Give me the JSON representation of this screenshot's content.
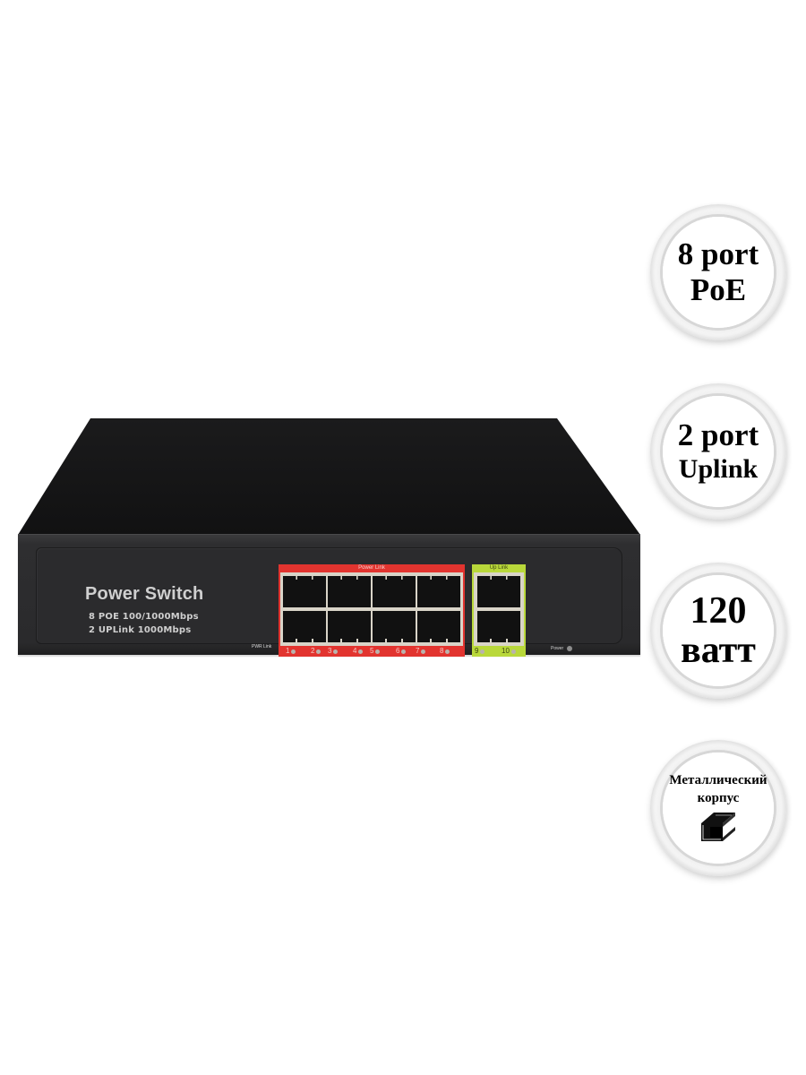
{
  "product": {
    "title": "Power Switch",
    "spec_lines": [
      "8 POE 100/1000Mbps",
      "2 UPLink 1000Mbps"
    ],
    "pwr_link_label": "PWR Link",
    "poe_group": {
      "label": "Power Link",
      "color": "#e2342f",
      "ports": [
        "1",
        "2",
        "3",
        "4",
        "5",
        "6",
        "7",
        "8"
      ]
    },
    "uplink_group": {
      "label": "Up Link",
      "color": "#b9d83a",
      "ports": [
        "9",
        "10"
      ]
    },
    "power_indicator_label": "Power",
    "body_color": "#2b2b2d"
  },
  "badges": [
    {
      "lines": [
        "8 port",
        "PoE"
      ]
    },
    {
      "lines": [
        "2 port",
        "Uplink"
      ]
    },
    {
      "lines": [
        "120",
        "ватт"
      ]
    },
    {
      "lines": [
        "Металлический",
        "корпус"
      ],
      "icon": "steel-i-beam-icon"
    }
  ]
}
